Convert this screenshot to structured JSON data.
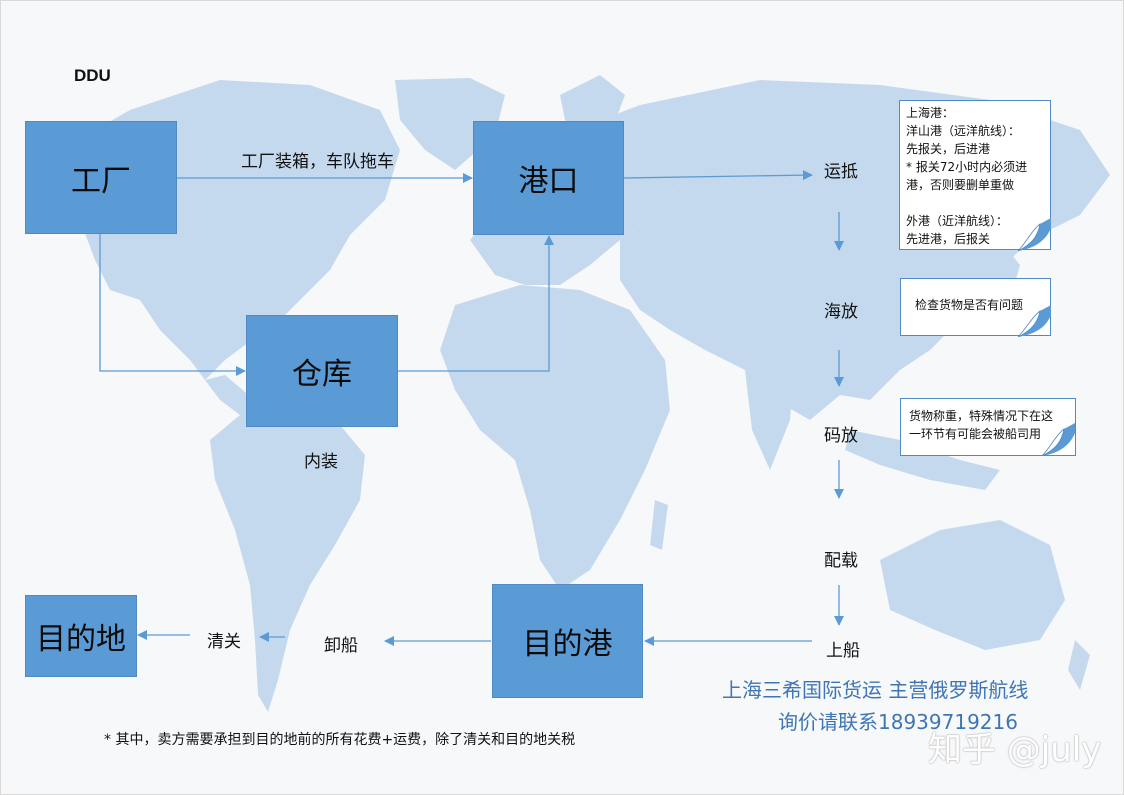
{
  "title": "DDU",
  "boxes": {
    "factory": "工厂",
    "port": "港口",
    "warehouse": "仓库",
    "dest_port": "目的港",
    "destination": "目的地"
  },
  "labels": {
    "factory_to_port": "工厂装箱，车队拖车",
    "packing": "内装",
    "arrive": "运抵",
    "release": "海放",
    "stack": "码放",
    "stowage": "配载",
    "loading": "上船",
    "unload": "卸船",
    "clearance": "清关"
  },
  "notes": {
    "shanghai": "上海港：\n洋山港（远洋航线）：\n先报关，后进港\n* 报关72小时内必须进\n港，否则要删单重做\n\n外港（近洋航线）：\n先进港，后报关",
    "inspect": "检查货物是否有问题",
    "weigh": "货物称重，特殊情况下在这\n一环节有可能会被船司用"
  },
  "promo": {
    "line1": "上海三希国际货运 主营俄罗斯航线",
    "line2": "询价请联系18939719216"
  },
  "watermark": "知乎 @july",
  "footnote": "* 其中，卖方需要承担到目的地前的所有花费+运费，除了清关和目的地关税",
  "colors": {
    "box": "#5b9bd5",
    "map": "#c5d9ee",
    "arrow": "#5b9bd5",
    "promo": "#3e76b5"
  }
}
